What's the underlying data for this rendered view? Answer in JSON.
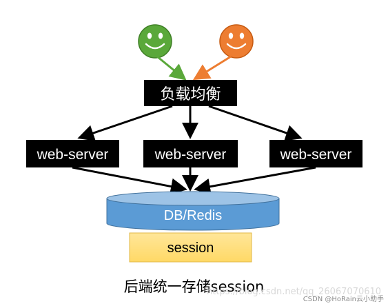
{
  "diagram": {
    "users": [
      {
        "name": "user-green",
        "color": "#5aa83a"
      },
      {
        "name": "user-orange",
        "color": "#ed7d31"
      }
    ],
    "load_balancer": {
      "label": "负载均衡"
    },
    "servers": [
      {
        "label": "web-server"
      },
      {
        "label": "web-server"
      },
      {
        "label": "web-server"
      }
    ],
    "database": {
      "label": "DB/Redis",
      "color": "#5b9bd5"
    },
    "session": {
      "label": "session",
      "color": "#ffd966"
    }
  },
  "caption": "后端统一存储session",
  "watermark": "CSDN @HoRain云小助手",
  "watermark_faint": "https://blog.csdn.net/qq_26067070610"
}
